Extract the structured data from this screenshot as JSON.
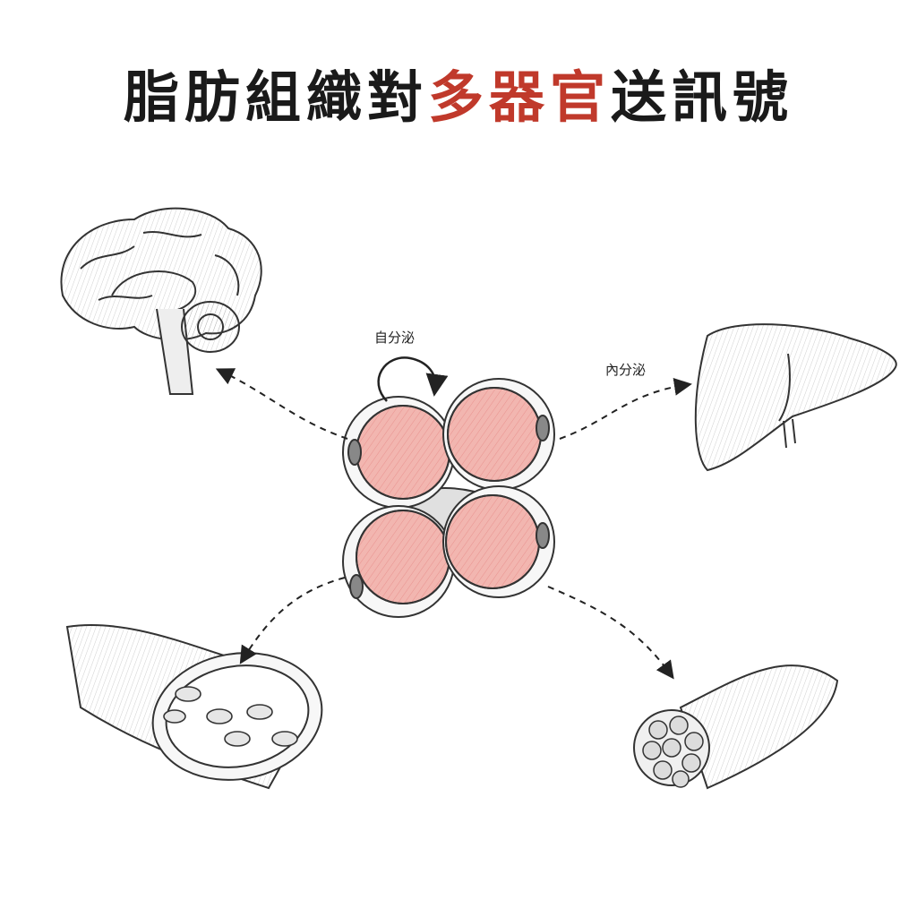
{
  "title": {
    "prefix": "脂肪組織對",
    "highlight": "多器官",
    "suffix": "送訊號"
  },
  "labels": {
    "autocrine": "自分泌",
    "endocrine": "內分泌"
  },
  "colors": {
    "title_text": "#1a1a1a",
    "title_highlight": "#c0392b",
    "adipocyte_fill": "#f2b6b0",
    "line_ink": "#333333"
  },
  "targets": [
    "brain-illustration",
    "liver-illustration",
    "blood-vessel-illustration",
    "muscle-bundle-illustration"
  ]
}
